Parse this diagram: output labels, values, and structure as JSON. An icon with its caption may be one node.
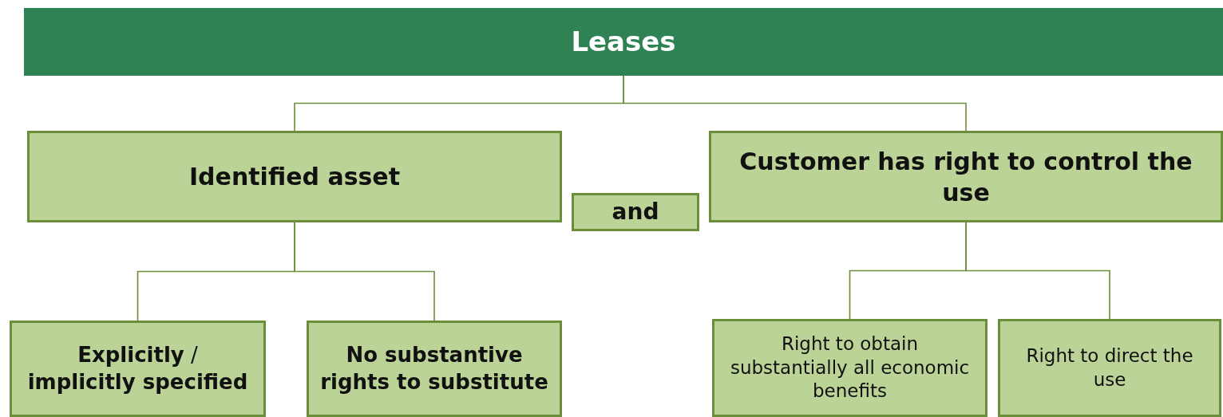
{
  "diagram": {
    "nodes": [
      {
        "text": [
          "Leases"
        ]
      },
      {
        "text": [
          "Identified asset"
        ]
      },
      {
        "text": [
          "and"
        ]
      },
      {
        "text": [
          "Customer has right to control the use"
        ]
      },
      {
        "text": [
          "**Explicitly** / **implicitly specified**"
        ]
      },
      {
        "text": [
          "No substantive rights to substitute"
        ]
      },
      {
        "text": [
          "Right to obtain substantially all economic benefits"
        ]
      },
      {
        "text": [
          "Right to direct the use"
        ]
      }
    ],
    "edges": [
      {
        "from": 0,
        "to": 1,
        "arrow": "none"
      },
      {
        "from": 0,
        "to": 3,
        "arrow": "none"
      },
      {
        "from": 1,
        "to": 4,
        "arrow": "none"
      },
      {
        "from": 1,
        "to": 5,
        "arrow": "none"
      },
      {
        "from": 3,
        "to": 6,
        "arrow": "none"
      },
      {
        "from": 3,
        "to": 7,
        "arrow": "none"
      }
    ]
  }
}
